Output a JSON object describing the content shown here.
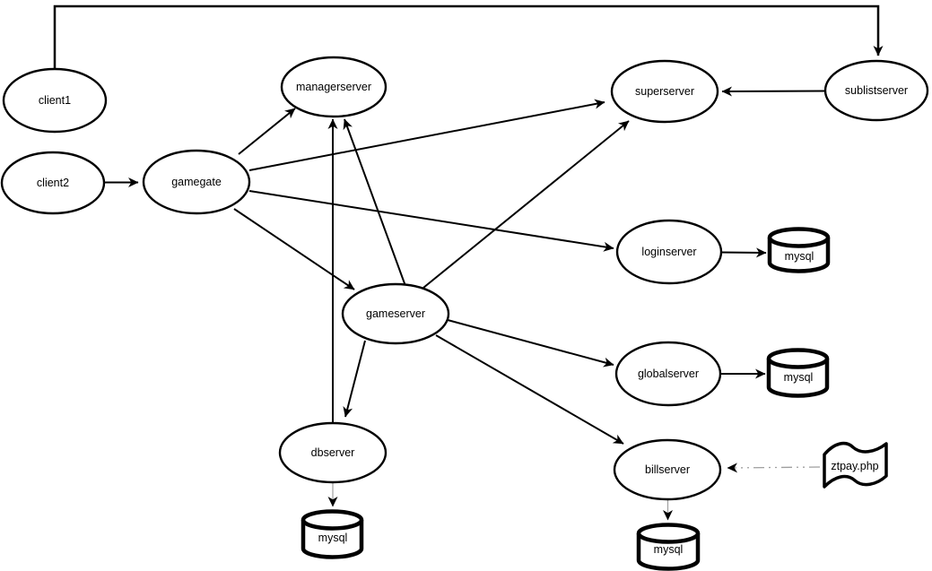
{
  "nodes": {
    "client1": "client1",
    "client2": "client2",
    "gamegate": "gamegate",
    "managerserver": "managerserver",
    "superserver": "superserver",
    "sublistserver": "sublistserver",
    "loginserver": "loginserver",
    "gameserver": "gameserver",
    "globalserver": "globalserver",
    "dbserver": "dbserver",
    "billserver": "billserver",
    "ztpay": "ztpay.php",
    "mysql_login": "mysql",
    "mysql_global": "mysql",
    "mysql_db": "mysql",
    "mysql_bill": "mysql"
  },
  "edges": [
    {
      "from": "client1",
      "to": "sublistserver",
      "type": "orthogonal-arrow"
    },
    {
      "from": "client2",
      "to": "gamegate",
      "type": "arrow"
    },
    {
      "from": "gamegate",
      "to": "managerserver",
      "type": "arrow"
    },
    {
      "from": "gamegate",
      "to": "superserver",
      "type": "arrow"
    },
    {
      "from": "gamegate",
      "to": "loginserver",
      "type": "arrow"
    },
    {
      "from": "gamegate",
      "to": "gameserver",
      "type": "arrow"
    },
    {
      "from": "gameserver",
      "to": "managerserver",
      "type": "arrow"
    },
    {
      "from": "gameserver",
      "to": "superserver",
      "type": "arrow"
    },
    {
      "from": "gameserver",
      "to": "globalserver",
      "type": "arrow"
    },
    {
      "from": "gameserver",
      "to": "billserver",
      "type": "arrow"
    },
    {
      "from": "gameserver",
      "to": "dbserver",
      "type": "arrow"
    },
    {
      "from": "dbserver",
      "to": "managerserver",
      "type": "arrow"
    },
    {
      "from": "sublistserver",
      "to": "superserver",
      "type": "arrow"
    },
    {
      "from": "loginserver",
      "to": "mysql_login",
      "type": "arrow"
    },
    {
      "from": "globalserver",
      "to": "mysql_global",
      "type": "arrow"
    },
    {
      "from": "dbserver",
      "to": "mysql_db",
      "type": "thin-arrow"
    },
    {
      "from": "billserver",
      "to": "mysql_bill",
      "type": "thin-arrow"
    },
    {
      "from": "ztpay",
      "to": "billserver",
      "type": "dash-dot-arrow"
    }
  ],
  "colors": {
    "stroke": "#000000",
    "fill": "#ffffff",
    "thin_connector": "#a0a0a0",
    "background": "#ffffff"
  }
}
